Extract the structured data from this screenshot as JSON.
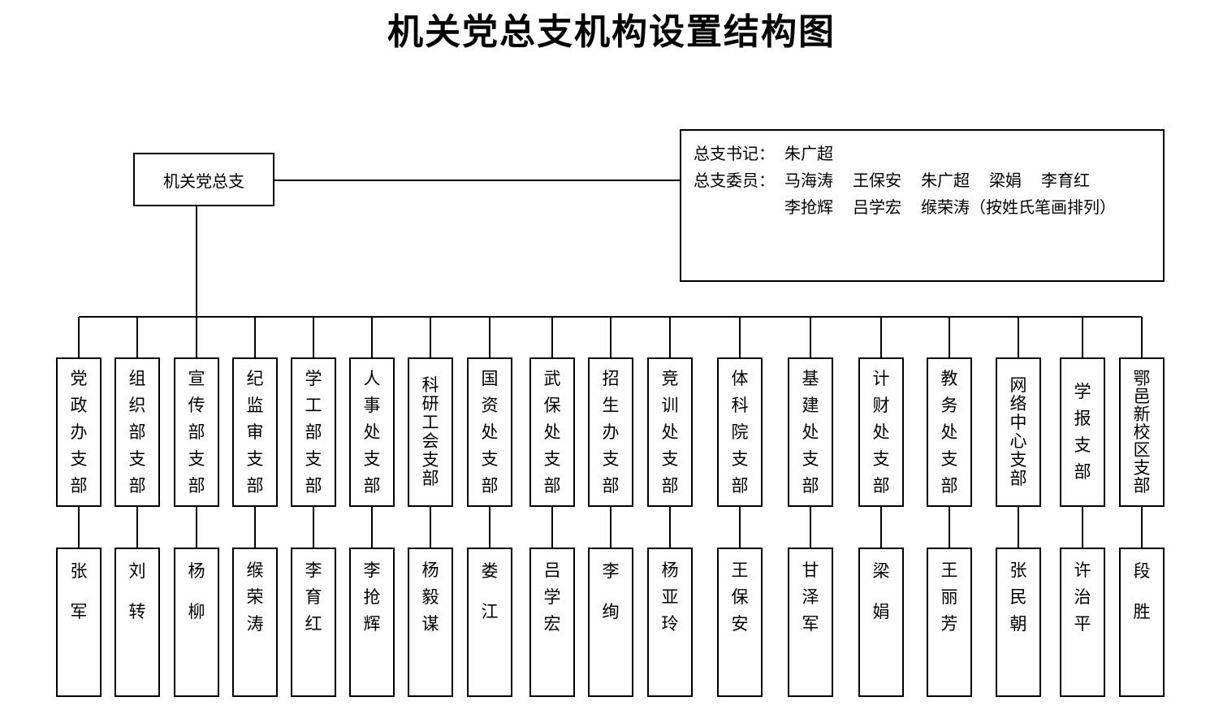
{
  "title": "机关党总支机构设置结构图",
  "root": "机关党总支",
  "info": {
    "secretary_label": "总支书记：",
    "secretary": "朱广超",
    "members_label": "总支委员：",
    "members_row1": [
      "马海涛",
      "王保安",
      "朱广超",
      "梁娟",
      "李育红"
    ],
    "members_row2": [
      "李抢辉",
      "吕学宏",
      "缑荣涛"
    ],
    "note": "（按姓氏笔画排列）"
  },
  "branches": [
    {
      "name": "党政办支部",
      "leader": "张军"
    },
    {
      "name": "组织部支部",
      "leader": "刘转"
    },
    {
      "name": "宣传部支部",
      "leader": "杨柳"
    },
    {
      "name": "纪监审支部",
      "leader": "缑荣涛"
    },
    {
      "name": "学工部支部",
      "leader": "李育红"
    },
    {
      "name": "人事处支部",
      "leader": "李抢辉"
    },
    {
      "name": "科研工会支部",
      "leader": "杨毅谋"
    },
    {
      "name": "国资处支部",
      "leader": "娄江"
    },
    {
      "name": "武保处支部",
      "leader": "吕学宏"
    },
    {
      "name": "招生办支部",
      "leader": "李绚"
    },
    {
      "name": "竞训处支部",
      "leader": "杨亚玲"
    },
    {
      "name": "体科院支部",
      "leader": "王保安"
    },
    {
      "name": "基建处支部",
      "leader": "甘泽军"
    },
    {
      "name": "计财处支部",
      "leader": "梁娟"
    },
    {
      "name": "教务处支部",
      "leader": "王丽芳"
    },
    {
      "name": "网络中心支部",
      "leader": "张民朝"
    },
    {
      "name": "学报支部",
      "leader": "许治平"
    },
    {
      "name": "鄂邑新校区支部",
      "leader": "段胜"
    }
  ]
}
